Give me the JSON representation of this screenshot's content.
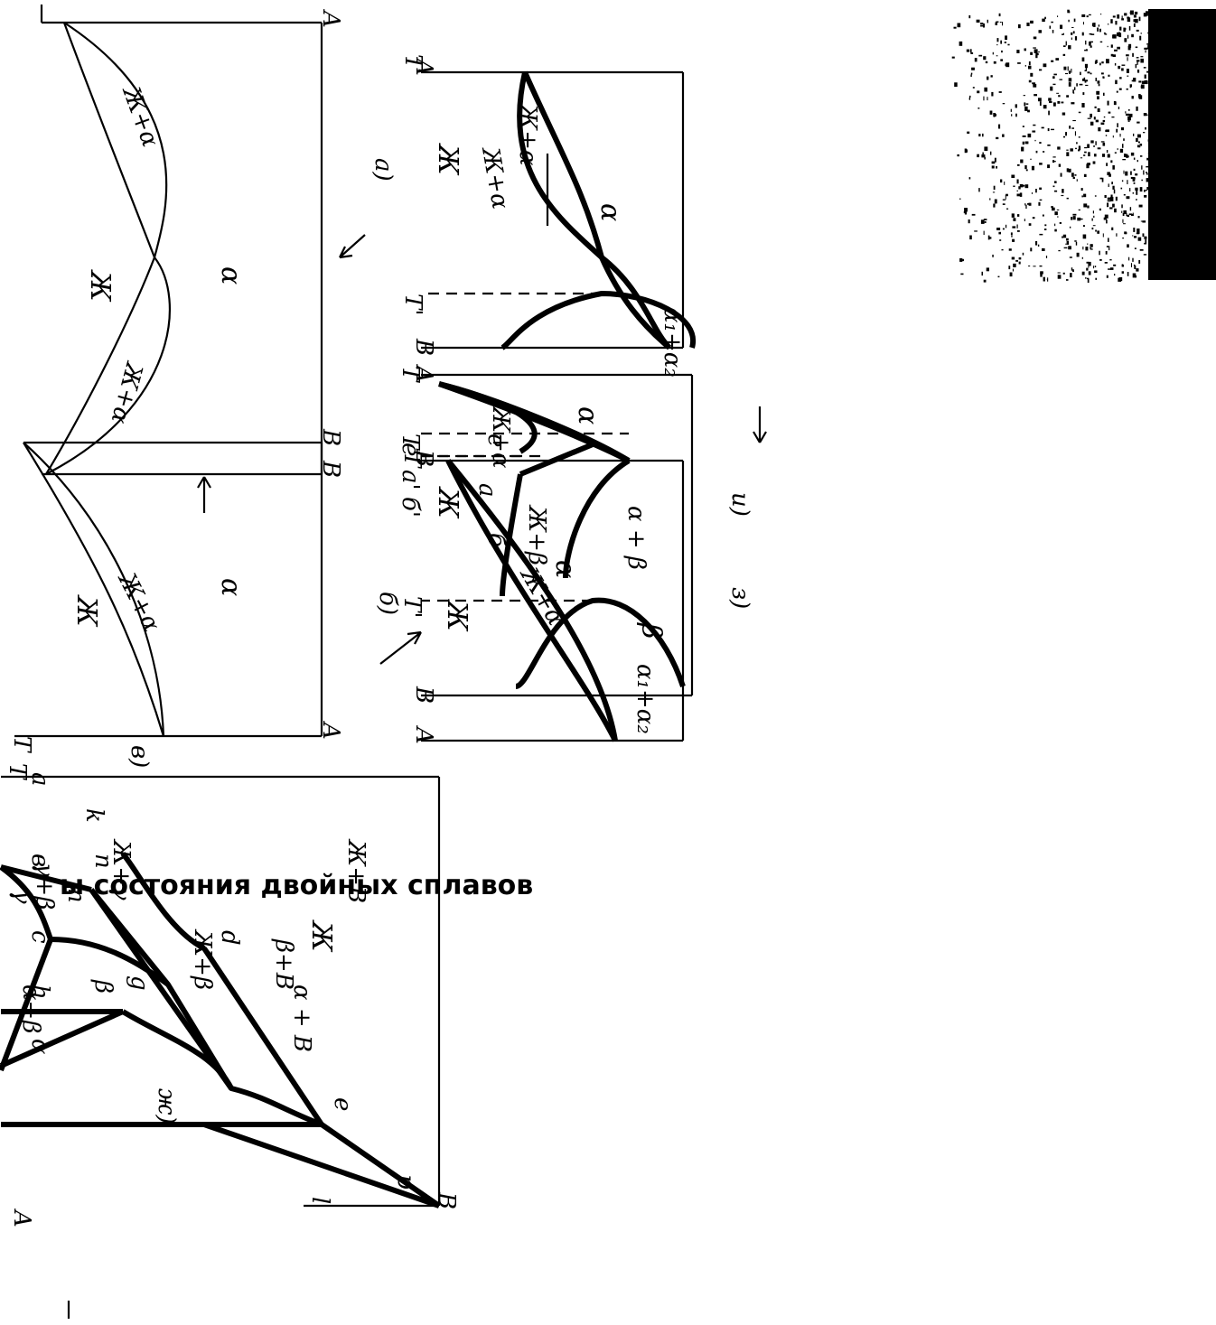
{
  "caption": "ы состояния двойных сплавов",
  "diagrams": {
    "a1": {
      "axis_t": "T",
      "axis_a": "A",
      "axis_b": "B",
      "phase_l": "Ж",
      "phase_la_left": "Ж+α",
      "phase_la_right": "Ж+α",
      "phase_s": "α"
    },
    "b1": {
      "axis_t": "T",
      "axis_a": "A",
      "axis_b": "B",
      "phase_l": "Ж",
      "phase_la": "Ж+α",
      "phase_s": "α",
      "label": "б)"
    },
    "a": {
      "label": "а)",
      "axis_t": "T",
      "axis_tprime": "T'",
      "axis_a": "A",
      "axis_b": "B",
      "phase_l": "Ж",
      "phase_la_left": "Ж+α",
      "phase_la_right": "Ж+α",
      "phase_s": "α",
      "phase_gap": "α₁+α₂"
    },
    "z": {
      "label": "з)",
      "axis_t": "T",
      "axis_tprime": "T'",
      "axis_a": "A",
      "axis_b": "B",
      "phase_l": "Ж",
      "phase_la": "Ж+α",
      "phase_s": "α",
      "phase_gap": "α₁+α₂"
    },
    "i": {
      "label": "и)",
      "axis_t": "T",
      "axis_tprime": "T'",
      "axis_a": "A",
      "axis_b": "B",
      "phase_l": "Ж",
      "phase_la": "Ж+α",
      "phase_lb": "Ж+β",
      "phase_alpha": "α",
      "phase_beta": "β",
      "phase_ab": "α + β",
      "pt_e": "e",
      "pt_a": "a",
      "pt_b": "б",
      "tick_e": "e'",
      "tick_a": "a'",
      "tick_b": "б'"
    },
    "zh": {
      "label": "ж)",
      "label_v": "в)",
      "axis_t": "T",
      "axis_a": "A",
      "axis_b": "B",
      "pt_a": "a",
      "pt_v": "в",
      "pt_c": "c",
      "pt_m": "m",
      "pt_n": "n",
      "pt_k": "k",
      "pt_d": "d",
      "pt_e": "e",
      "pt_l": "l",
      "pt_p": "p",
      "pt_g": "g",
      "pt_h": "h",
      "phase_l": "Ж",
      "phase_lg": "Ж+γ",
      "phase_lbeta": "Ж+β",
      "phase_lB": "Ж+B",
      "phase_g": "γ",
      "phase_gb": "γ+β",
      "phase_beta": "β",
      "phase_bB": "β+B",
      "phase_ab": "α+β",
      "phase_alpha": "α",
      "phase_aB": "α + B"
    }
  }
}
